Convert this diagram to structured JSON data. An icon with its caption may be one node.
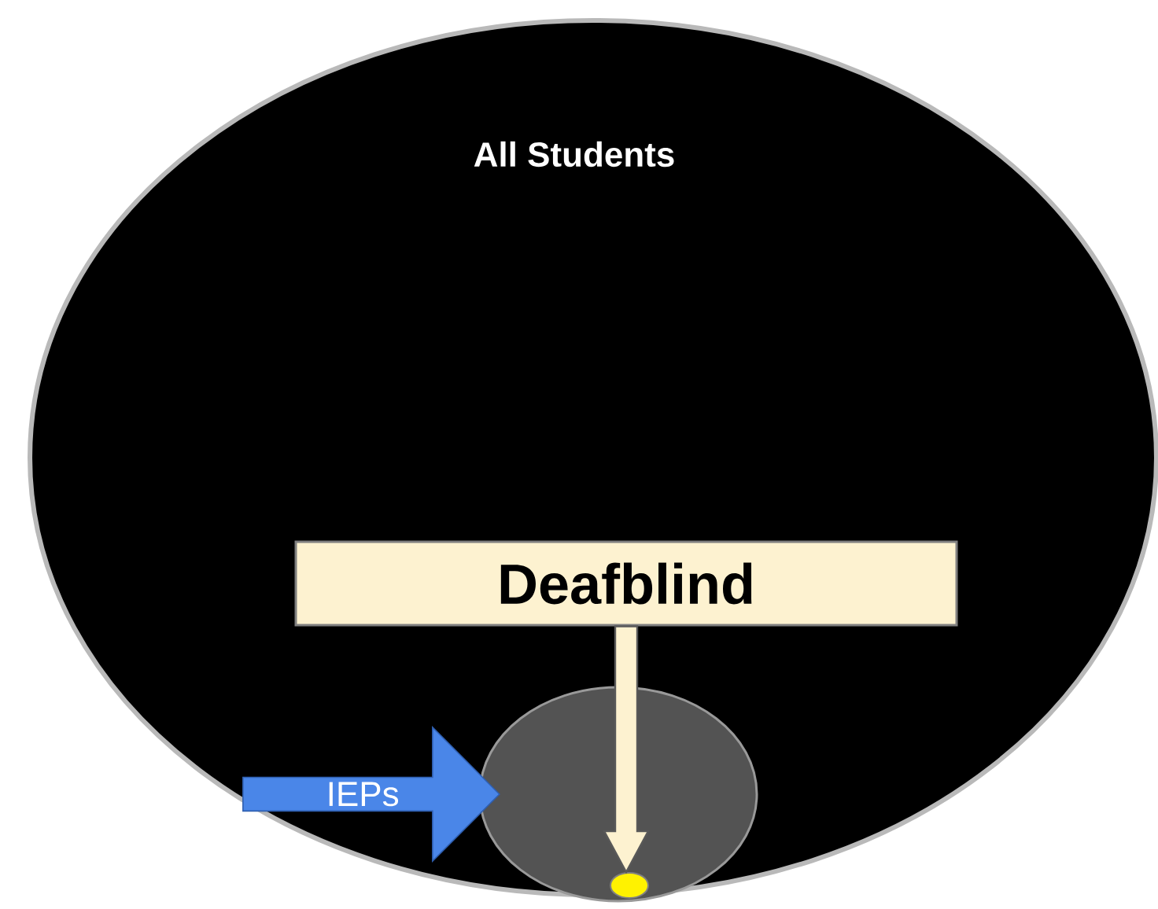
{
  "diagram": {
    "nodes": [
      {
        "text": [
          "All Students"
        ]
      },
      {
        "text": [],
        "shape": "circle",
        "in": 0
      },
      {
        "text": [
          "IEPs"
        ],
        "in": 0
      },
      {
        "text": [
          "Deafblind"
        ],
        "in": 0
      },
      {
        "text": [],
        "shape": "circle",
        "in": 1
      }
    ],
    "edges": [
      {
        "from": 3,
        "to": 4,
        "arrow": "to",
        "color": "#fdf2d0"
      }
    ]
  }
}
